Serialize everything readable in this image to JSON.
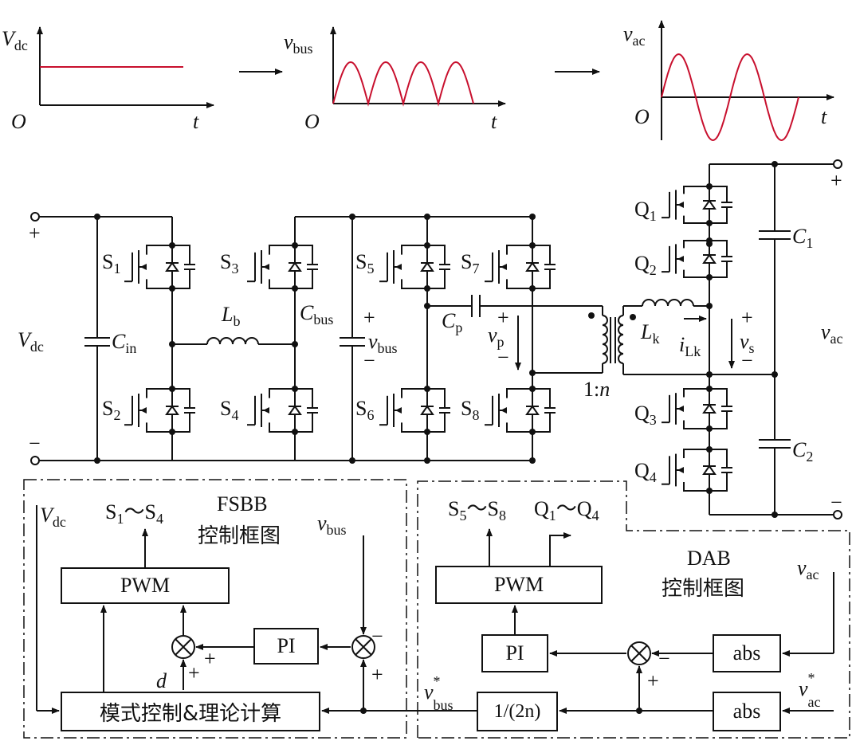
{
  "waveforms": {
    "vdc": {
      "name": "V",
      "sub": "dc",
      "origin": "O",
      "axis": "t"
    },
    "vbus": {
      "name": "v",
      "sub": "bus",
      "origin": "O",
      "axis": "t"
    },
    "vac": {
      "name": "v",
      "sub": "ac",
      "origin": "O",
      "axis": "t"
    }
  },
  "circuit": {
    "plus": "+",
    "minus": "−",
    "vdc": {
      "name": "V",
      "sub": "dc"
    },
    "cin": {
      "name": "C",
      "sub": "in"
    },
    "lb": {
      "name": "L",
      "sub": "b"
    },
    "cbus": {
      "name": "C",
      "sub": "bus"
    },
    "vbus": {
      "name": "v",
      "sub": "bus"
    },
    "cp": {
      "name": "C",
      "sub": "p"
    },
    "vp": {
      "name": "v",
      "sub": "p"
    },
    "lk": {
      "name": "L",
      "sub": "k"
    },
    "ilk": {
      "name": "i",
      "sub": "Lk"
    },
    "vs": {
      "name": "v",
      "sub": "s"
    },
    "ratio": {
      "left": "1:",
      "n": "n"
    },
    "c1": {
      "name": "C",
      "sub": "1"
    },
    "c2": {
      "name": "C",
      "sub": "2"
    },
    "vac": {
      "name": "v",
      "sub": "ac"
    },
    "switches": {
      "s1": {
        "name": "S",
        "sub": "1"
      },
      "s2": {
        "name": "S",
        "sub": "2"
      },
      "s3": {
        "name": "S",
        "sub": "3"
      },
      "s4": {
        "name": "S",
        "sub": "4"
      },
      "s5": {
        "name": "S",
        "sub": "5"
      },
      "s6": {
        "name": "S",
        "sub": "6"
      },
      "s7": {
        "name": "S",
        "sub": "7"
      },
      "s8": {
        "name": "S",
        "sub": "8"
      },
      "q1": {
        "name": "Q",
        "sub": "1"
      },
      "q2": {
        "name": "Q",
        "sub": "2"
      },
      "q3": {
        "name": "Q",
        "sub": "3"
      },
      "q4": {
        "name": "Q",
        "sub": "4"
      }
    }
  },
  "fsbb": {
    "title_en": "FSBB",
    "title_zh": "控制框图",
    "vdc_in": {
      "name": "V",
      "sub": "dc"
    },
    "output": {
      "a": "S",
      "a_sub": "1",
      "sep": "～",
      "b": "S",
      "b_sub": "4"
    },
    "vbus_in": {
      "name": "v",
      "sub": "bus"
    },
    "pwm": "PWM",
    "pi": "PI",
    "d": "d",
    "plus": "+",
    "minus": "−",
    "mode_block": "模式控制&理论计算"
  },
  "dab": {
    "title_en": "DAB",
    "title_zh": "控制框图",
    "out_s": {
      "a": "S",
      "a_sub": "5",
      "sep": "～",
      "b": "S",
      "b_sub": "8"
    },
    "out_q": {
      "a": "Q",
      "a_sub": "1",
      "sep": "～",
      "b": "Q",
      "b_sub": "4"
    },
    "vac_in": {
      "name": "v",
      "sub": "ac"
    },
    "vac_ref": {
      "name": "v",
      "sub": "ac",
      "sup": "*"
    },
    "vbus_ref": {
      "name": "v",
      "sub": "bus",
      "sup": "*"
    },
    "pwm": "PWM",
    "pi": "PI",
    "abs1": "abs",
    "abs2": "abs",
    "gain": "1/(2n)",
    "plus": "+",
    "minus": "−"
  }
}
